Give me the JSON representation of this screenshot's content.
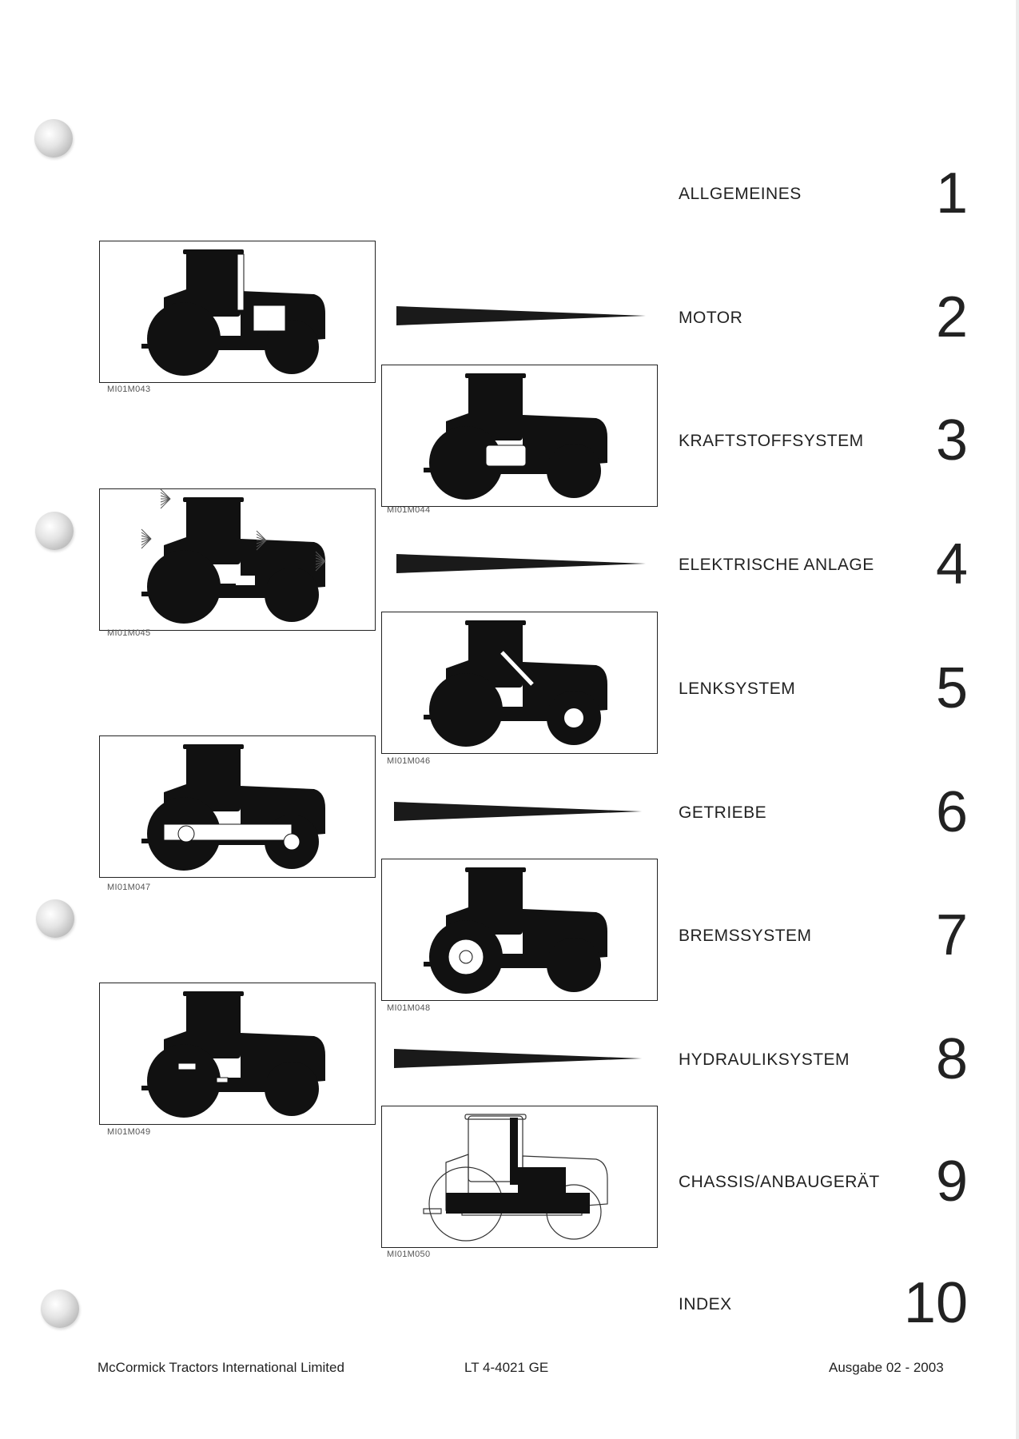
{
  "sections": [
    {
      "title": "ALLGEMEINES",
      "number": "1"
    },
    {
      "title": "MOTOR",
      "number": "2"
    },
    {
      "title": "KRAFTSTOFFSYSTEM",
      "number": "3"
    },
    {
      "title": "ELEKTRISCHE ANLAGE",
      "number": "4"
    },
    {
      "title": "LENKSYSTEM",
      "number": "5"
    },
    {
      "title": "GETRIEBE",
      "number": "6"
    },
    {
      "title": "BREMSSYSTEM",
      "number": "7"
    },
    {
      "title": "HYDRAULIKSYSTEM",
      "number": "8"
    },
    {
      "title": "CHASSIS/ANBAUGERÄT",
      "number": "9"
    },
    {
      "title": "INDEX",
      "number": "10"
    }
  ],
  "illustrations": [
    {
      "code": "MI01M043",
      "highlight": "engine"
    },
    {
      "code": "MI01M044",
      "highlight": "fuel"
    },
    {
      "code": "MI01M045",
      "highlight": "electrical"
    },
    {
      "code": "MI01M046",
      "highlight": "steering"
    },
    {
      "code": "MI01M047",
      "highlight": "transmission"
    },
    {
      "code": "MI01M048",
      "highlight": "brakes"
    },
    {
      "code": "MI01M049",
      "highlight": "hydraulics"
    },
    {
      "code": "MI01M050",
      "highlight": "chassis"
    }
  ],
  "footer": {
    "company": "McCormick Tractors International Limited",
    "doc_number": "LT 4-4021 GE",
    "edition": "Ausgabe 02 - 2003"
  }
}
